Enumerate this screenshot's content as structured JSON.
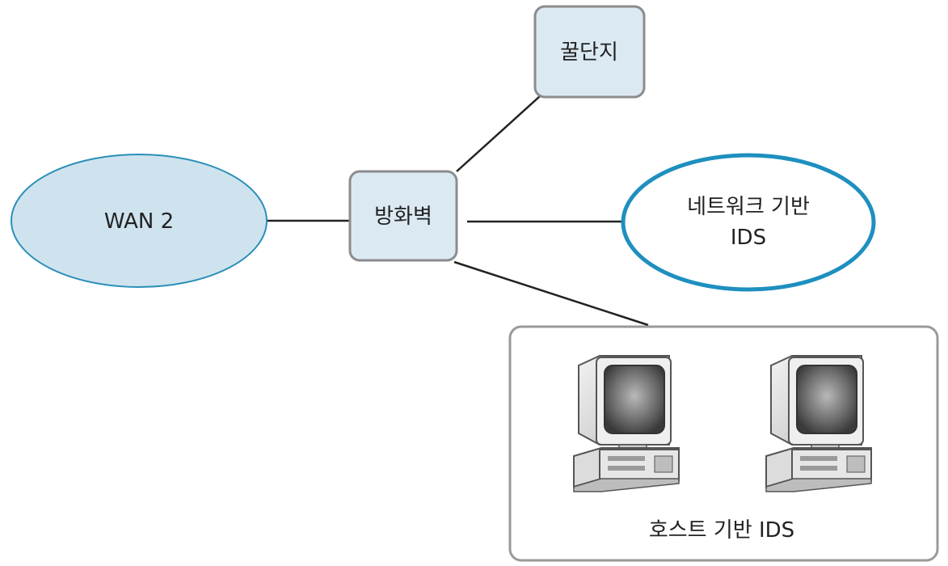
{
  "nodes": {
    "wan": {
      "label": "WAN 2"
    },
    "firewall": {
      "label": "방화벽"
    },
    "honeypot": {
      "label": "꿀단지"
    },
    "network_ids": {
      "line1": "네트워크 기반",
      "line2": "IDS"
    },
    "host_ids": {
      "label": "호스트 기반 IDS"
    }
  },
  "colors": {
    "node_fill": "#dbe9f2",
    "node_stroke": "#8c8c8c",
    "ellipse_fill": "#cfe3ef",
    "ellipse_stroke": "#2a8fb8",
    "network_ellipse_fill": "#ffffff",
    "network_ellipse_stroke": "#1e8fbf",
    "line": "#222222",
    "host_box_stroke": "#9a9a9a"
  }
}
